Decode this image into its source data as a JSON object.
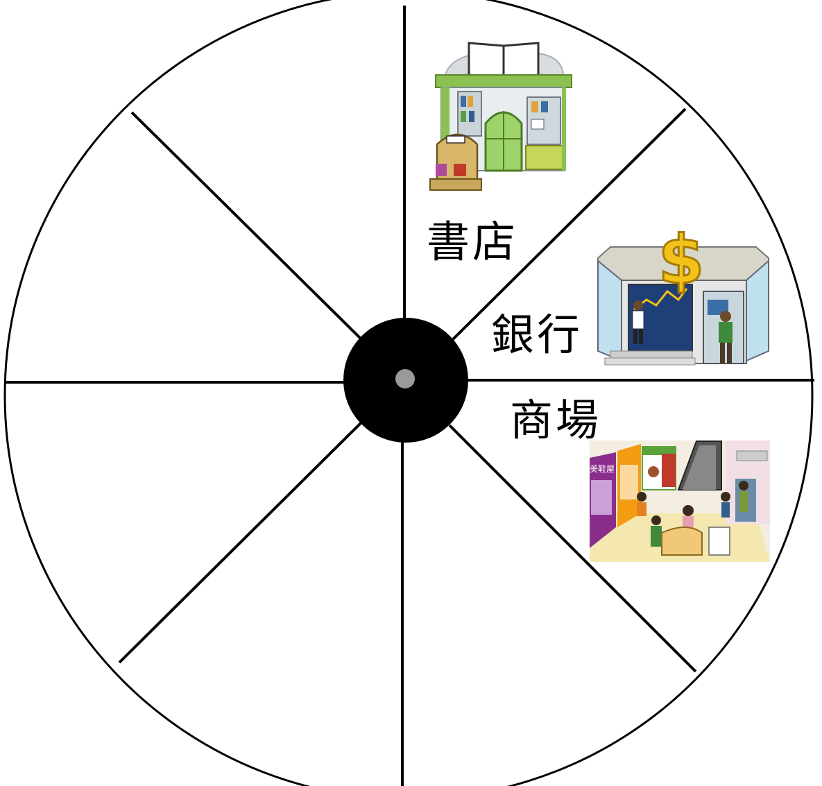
{
  "segments": [
    {
      "id": "bookstore",
      "label": "書店",
      "icon": "bookstore-icon",
      "sign_text": ""
    },
    {
      "id": "bank",
      "label": "銀行",
      "icon": "bank-icon",
      "sign_text": "$"
    },
    {
      "id": "mall",
      "label": "商場",
      "icon": "shopping-mall-icon",
      "sign_text": "美鞋屋"
    },
    {
      "id": "empty-1",
      "label": ""
    },
    {
      "id": "empty-2",
      "label": ""
    },
    {
      "id": "empty-3",
      "label": ""
    },
    {
      "id": "empty-4",
      "label": ""
    },
    {
      "id": "empty-5",
      "label": ""
    }
  ],
  "colors": {
    "outline": "#000000",
    "hub": "#000000",
    "hub_center": "#9a9a9a",
    "book_green": "#7fb24a",
    "dollar_gold": "#f2c21b",
    "bank_window": "#1f3f78",
    "mall_purple": "#8b2d8b",
    "mall_floor": "#f4e8b0"
  }
}
